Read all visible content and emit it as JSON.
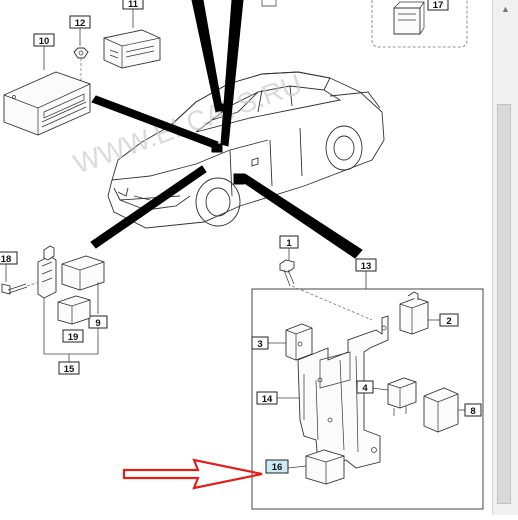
{
  "watermark": "WWW.ELCATS.RU",
  "callouts": {
    "c1": "1",
    "c2": "2",
    "c3": "3",
    "c4": "4",
    "c8": "8",
    "c9": "9",
    "c10": "10",
    "c11": "11",
    "c12": "12",
    "c13": "13",
    "c14": "14",
    "c15": "15",
    "c16": "16",
    "c17": "17",
    "c18": "18",
    "c19": "19"
  },
  "highlighted_callout": "16",
  "colors": {
    "highlight_fill": "#cde8f7",
    "arrow": "#e0201b",
    "scrollbar_track": "#f0f0f0",
    "scrollbar_thumb": "#d9d9d9"
  },
  "icons": {
    "scroll_up": "triangle-up-icon"
  }
}
